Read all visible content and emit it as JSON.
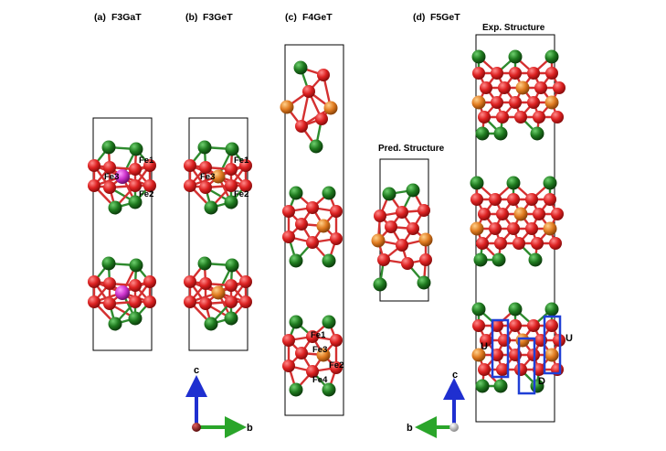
{
  "panels": [
    {
      "label": "(a)",
      "name": "F3GaT",
      "atoms": {
        "fe1": "Fe1",
        "fe2": "Fe2",
        "fe3": "Fe3"
      },
      "colors": {
        "ga": "#cc33cc"
      }
    },
    {
      "label": "(b)",
      "name": "F3GeT",
      "atoms": {
        "fe1": "Fe1",
        "fe2": "Fe2",
        "fe3": "Fe3"
      }
    },
    {
      "label": "(c)",
      "name": "F4GeT",
      "atoms": {
        "fe1": "Fe1",
        "fe2": "Fe2",
        "fe3": "Fe3",
        "fe4": "Fe4"
      }
    },
    {
      "label": "(d)",
      "name": "F5GeT",
      "pred_title": "Pred. Structure",
      "exp_title": "Exp. Structure",
      "markers": {
        "u_left": "U",
        "u_right": "U",
        "d": "D"
      }
    }
  ],
  "axes_left": {
    "c": "c",
    "b": "b"
  },
  "axes_right": {
    "c": "c",
    "b": "b"
  },
  "colors": {
    "fe": "#dd2222",
    "te": "#1f7a1f",
    "ge": "#e07b20",
    "bond_fe": "#d43030",
    "bond_te": "#2e8b2e",
    "cell": "#000000",
    "box": "#1f3fd6",
    "axis_c": "#1f2fd0",
    "axis_b": "#2aa52a",
    "axis_a": "#8b1a1a"
  }
}
